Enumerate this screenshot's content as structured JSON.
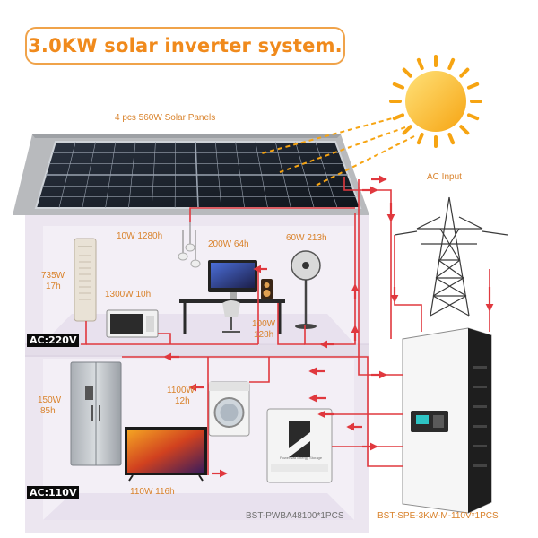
{
  "title": "3.0KW solar inverter system.",
  "labels": {
    "solar_panels": "4 pcs 560W Solar Panels",
    "ac_input": "AC Input",
    "lamp": "10W 1280h",
    "computer": "200W 64h",
    "fan": "60W 213h",
    "air_cooler_w": "735W",
    "air_cooler_h": "17h",
    "microwave": "1300W 10h",
    "speaker_w": "100W",
    "speaker_h": "128h",
    "fridge_w": "150W",
    "fridge_h": "85h",
    "washer_w": "1100W",
    "washer_h": "12h",
    "tv": "110W 116h",
    "battery_model": "BST-PWBA48100*1PCS",
    "inverter_model": "BST-SPE-3KW-M-110V*1PCS",
    "battery_brand": "Powerwall Energy Storage"
  },
  "tags": {
    "ac220": "AC:220V",
    "ac110": "AC:110V"
  },
  "colors": {
    "accent": "#f08a1c",
    "wire": "#e0383e",
    "house": "#ece6f0"
  },
  "icons": [
    "sun-icon",
    "power-tower-icon",
    "solar-panel-icon",
    "inverter-icon",
    "battery-icon"
  ]
}
